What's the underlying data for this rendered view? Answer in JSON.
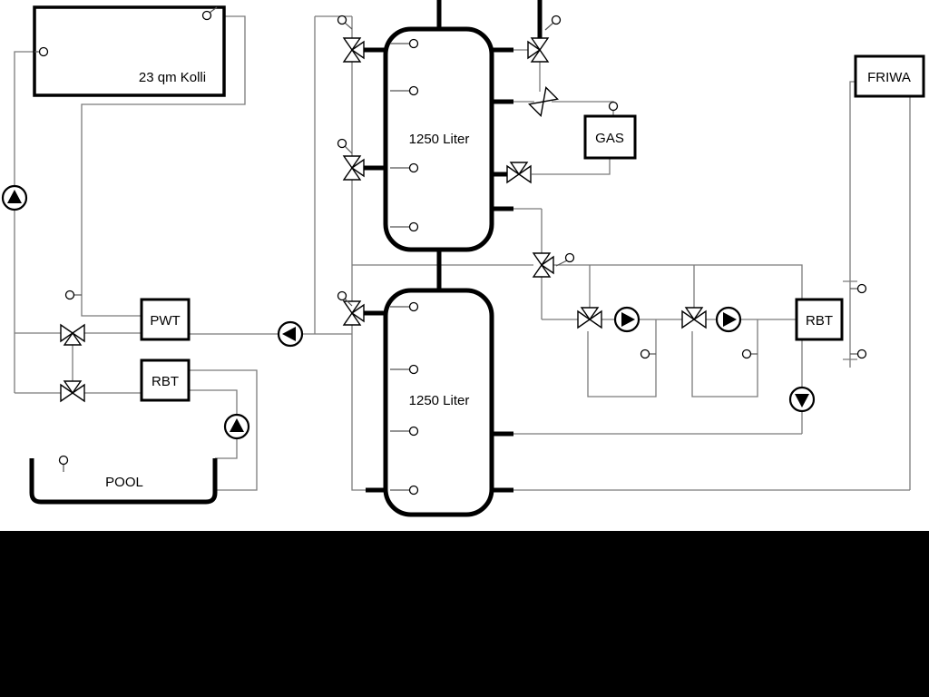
{
  "diagram": {
    "collector_label": "23 qm Kolli",
    "tank_top_label": "1250 Liter",
    "tank_bottom_label": "1250 Liter",
    "gas_label": "GAS",
    "friwa_label": "FRIWA",
    "pwt_label": "PWT",
    "rbt_left_label": "RBT",
    "rbt_right_label": "RBT",
    "pool_label": "POOL",
    "colors": {
      "pipe_thin": "#7b7b7b",
      "pipe_thick": "#000000",
      "background": "#ffffff",
      "bottom_mask": "#000000"
    }
  }
}
